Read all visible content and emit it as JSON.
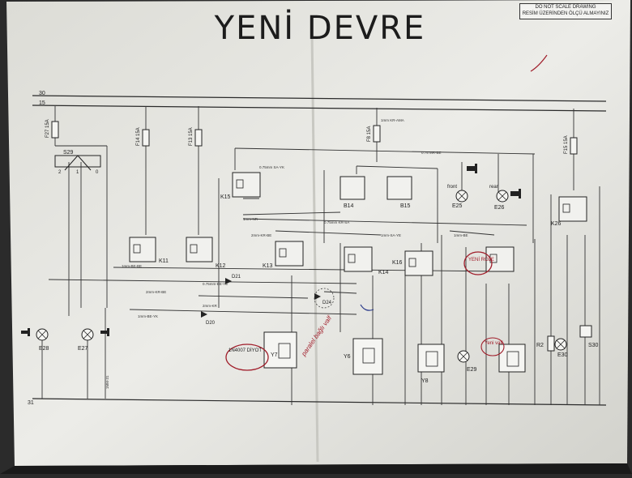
{
  "title": "YENİ DEVRE",
  "notice": {
    "line1": "DO NOT SCALE DRAWING",
    "line2": "RESİM ÜZERİNDEN ÖLÇÜ ALMAYINIZ"
  },
  "rails": {
    "top1": "30",
    "top2": "15",
    "bottom": "31"
  },
  "fuses": [
    {
      "label": "F27 15A"
    },
    {
      "label": "F14 15A"
    },
    {
      "label": "F13 15A"
    },
    {
      "label": "F8 15A"
    },
    {
      "label": "F15 15A"
    }
  ],
  "switch": {
    "label": "S29",
    "p2": "2",
    "p1": "1",
    "p0": "0"
  },
  "relays": [
    {
      "label": "K11"
    },
    {
      "label": "K12"
    },
    {
      "label": "K13"
    },
    {
      "label": "K14"
    },
    {
      "label": "K15"
    },
    {
      "label": "K16"
    },
    {
      "label": "K26"
    }
  ],
  "relay_new": "YENİ RÖLE",
  "lamps": [
    {
      "label": "E28"
    },
    {
      "label": "E27"
    },
    {
      "label": "E25"
    },
    {
      "label": "E26"
    },
    {
      "label": "E29"
    },
    {
      "label": "E30"
    }
  ],
  "valves": [
    {
      "label": "Y7"
    },
    {
      "label": "Y6"
    },
    {
      "label": "Y8"
    }
  ],
  "valve_new": "Yeni valf",
  "switches": [
    {
      "label": "B14"
    },
    {
      "label": "B15"
    },
    {
      "label": "S30"
    }
  ],
  "resistor": "R2",
  "diodes": [
    {
      "label": "D21"
    },
    {
      "label": "D20"
    },
    {
      "label": "D24"
    }
  ],
  "diode_note": "1N4007 DİYOT",
  "handwritten_note": "paralel bağlı valf",
  "lamp_tags": {
    "front": "front",
    "rear": "rear"
  },
  "wires": {
    "w_kirama": "1mm KR-AMA",
    "w_mrbe": "0.75 MR-BE",
    "w_sayk": "0.75mm SA-YK",
    "w_krsa": "0.75mm KR-SA",
    "w_be": "1mm-BE",
    "w_krbe": "2mm-KR-BE",
    "w_bebe": "1mm-BE-BE",
    "w_krbe2": "2mm-KR-BE",
    "w_krbe3": "0.75mm-BE-YE",
    "w_kr": "2mm-KR",
    "w_beyk": "1mm-BE-YK",
    "w_sa": "1mm-SA-YE",
    "w_mm1": "1MM-31",
    "w_nr": "1mm-NR"
  }
}
